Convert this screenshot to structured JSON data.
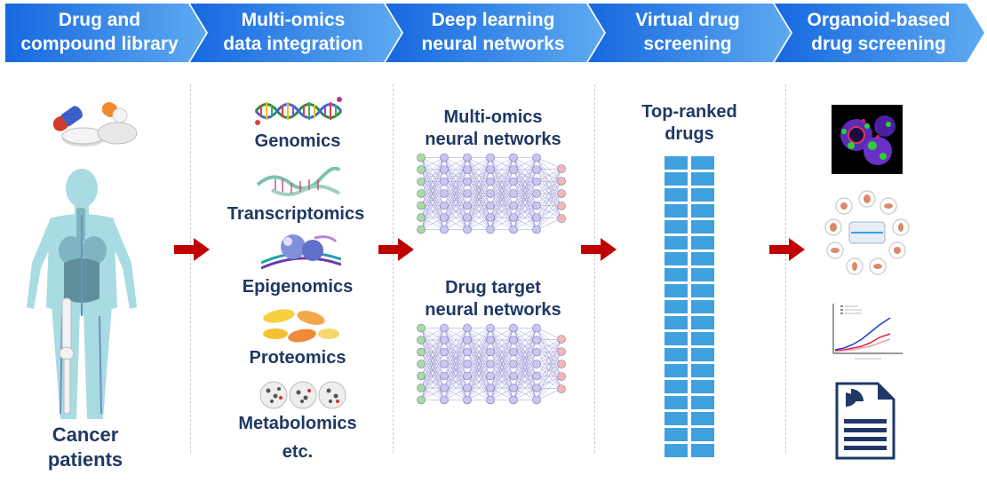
{
  "steps": [
    {
      "line1": "Drug and",
      "line2": "compound library"
    },
    {
      "line1": "Multi-omics",
      "line2": "data integration"
    },
    {
      "line1": "Deep learning",
      "line2": "neural networks"
    },
    {
      "line1": "Virtual drug",
      "line2": "screening"
    },
    {
      "line1": "Organoid-based",
      "line2": "drug screening"
    }
  ],
  "column1": {
    "patients_line1": "Cancer",
    "patients_line2": "patients"
  },
  "omics": [
    "Genomics",
    "Transcriptomics",
    "Epigenomics",
    "Proteomics",
    "Metabolomics",
    "etc."
  ],
  "networks": {
    "multi_line1": "Multi-omics",
    "multi_line2": "neural networks",
    "drug_line1": "Drug target",
    "drug_line2": "neural networks"
  },
  "screening": {
    "title_line1": "Top-ranked",
    "title_line2": "drugs"
  },
  "colors": {
    "banner_start": "#1a74e8",
    "banner_end": "#5aa9f2",
    "label": "#1f3864",
    "arrow": "#c00000",
    "drug_block": "#3fa1e0",
    "node_green": "#a8dca0",
    "node_blue": "#c9c7f0",
    "node_pink": "#f2b8b8"
  },
  "icons": [
    "pill-icon",
    "human-body-icon",
    "dna-helix-icon",
    "rna-icon",
    "chromatin-icon",
    "protein-icon",
    "metabolite-icon",
    "organoid-image-icon",
    "organ-wheel-icon",
    "growth-chart-icon",
    "report-document-icon"
  ]
}
